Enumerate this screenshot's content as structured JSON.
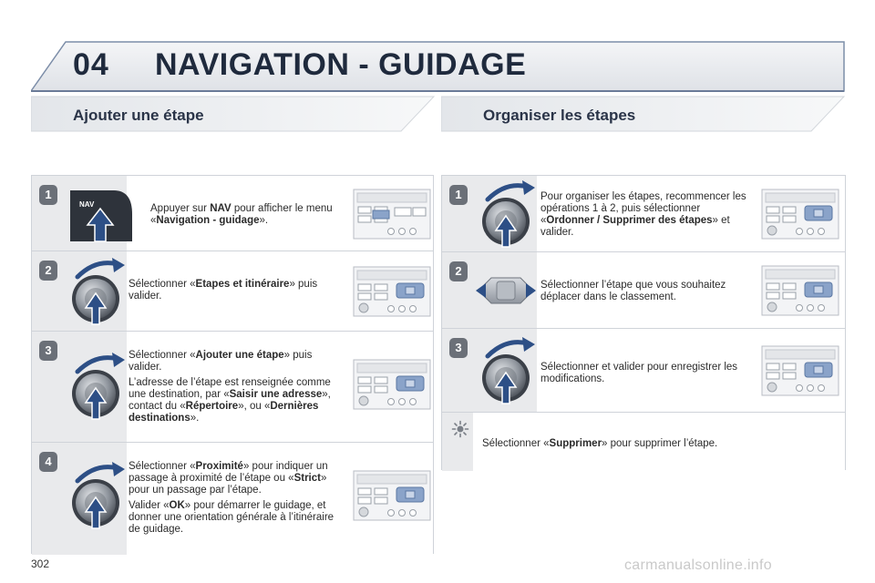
{
  "header": {
    "chapter_number": "04",
    "chapter_title": "NAVIGATION - GUIDAGE"
  },
  "left_section": {
    "title": "Ajouter une étape",
    "steps": [
      {
        "number": "1",
        "icon": "nav-button-icon",
        "nav_label": "NAV",
        "text": [
          [
            {
              "t": "Appuyer sur ",
              "b": false
            },
            {
              "t": "NAV",
              "b": true
            },
            {
              "t": " pour afficher le menu «",
              "b": false
            },
            {
              "t": "Navigation - guidage",
              "b": true
            },
            {
              "t": "».",
              "b": false
            }
          ]
        ]
      },
      {
        "number": "2",
        "icon": "rotary-knob-icon",
        "text": [
          [
            {
              "t": "Sélectionner «",
              "b": false
            },
            {
              "t": "Etapes et itinéraire",
              "b": true
            },
            {
              "t": "» puis valider.",
              "b": false
            }
          ]
        ]
      },
      {
        "number": "3",
        "icon": "rotary-knob-icon",
        "text": [
          [
            {
              "t": "Sélectionner «",
              "b": false
            },
            {
              "t": "Ajouter une étape",
              "b": true
            },
            {
              "t": "» puis valider.",
              "b": false
            }
          ],
          [
            {
              "t": "L’adresse de l’étape est renseignée comme une destination, par «",
              "b": false
            },
            {
              "t": "Saisir une adresse",
              "b": true
            },
            {
              "t": "», contact du «",
              "b": false
            },
            {
              "t": "Répertoire",
              "b": true
            },
            {
              "t": "», ou «",
              "b": false
            },
            {
              "t": "Dernières destinations",
              "b": true
            },
            {
              "t": "».",
              "b": false
            }
          ]
        ]
      },
      {
        "number": "4",
        "icon": "rotary-knob-icon",
        "text": [
          [
            {
              "t": "Sélectionner «",
              "b": false
            },
            {
              "t": "Proximité",
              "b": true
            },
            {
              "t": "» pour indiquer un passage à proximité de l’étape ou «",
              "b": false
            },
            {
              "t": "Strict",
              "b": true
            },
            {
              "t": "» pour un passage par l’étape.",
              "b": false
            }
          ],
          [
            {
              "t": "Valider «",
              "b": false
            },
            {
              "t": "OK",
              "b": true
            },
            {
              "t": "» pour démarrer le guidage, et donner une orientation générale à l’itinéraire de guidage.",
              "b": false
            }
          ]
        ]
      }
    ]
  },
  "right_section": {
    "title": "Organiser les étapes",
    "steps": [
      {
        "number": "1",
        "icon": "rotary-knob-icon",
        "text": [
          [
            {
              "t": "Pour organiser les étapes, recommencer les opérations 1 à 2, puis sélectionner «",
              "b": false
            },
            {
              "t": "Ordonner / Supprimer des étapes",
              "b": true
            },
            {
              "t": "» et valider.",
              "b": false
            }
          ]
        ]
      },
      {
        "number": "2",
        "icon": "four-way-pad-icon",
        "text": [
          [
            {
              "t": "Sélectionner l’étape que vous souhaitez déplacer dans le classement.",
              "b": false
            }
          ]
        ]
      },
      {
        "number": "3",
        "icon": "rotary-knob-icon",
        "text": [
          [
            {
              "t": "Sélectionner et valider pour enregistrer les modifications.",
              "b": false
            }
          ]
        ]
      }
    ],
    "tip": {
      "icon": "tip-sun-icon",
      "text": [
        [
          {
            "t": "Sélectionner «",
            "b": false
          },
          {
            "t": "Supprimer",
            "b": true
          },
          {
            "t": "» pour supprimer l’étape.",
            "b": false
          }
        ]
      ]
    }
  },
  "footer": {
    "page_number": "302",
    "watermark": "carmanualsonline.info"
  },
  "colors": {
    "title": "#1f2a3d",
    "badge": "#6b7078",
    "band": "#e9eaec",
    "border": "#cfd3d9",
    "arrow": "#2d4f86"
  }
}
